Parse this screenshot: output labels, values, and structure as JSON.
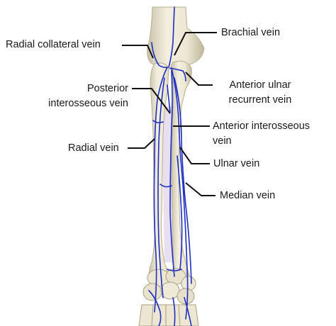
{
  "labels": {
    "radial_collateral_vein": "Radial collateral vein",
    "brachial_vein": "Brachial vein",
    "anterior_ulnar_recurrent_vein_line1": "Anterior ulnar",
    "anterior_ulnar_recurrent_vein_line2": "recurrent vein",
    "posterior_interosseous_vein_line1": "Posterior",
    "posterior_interosseous_vein_line2": "interosseous vein",
    "anterior_interosseous_vein_line1": "Anterior interosseous",
    "anterior_interosseous_vein_line2": "vein",
    "radial_vein": "Radial vein",
    "ulnar_vein": "Ulnar vein",
    "median_vein": "Median vein"
  },
  "colors": {
    "bone": "#ece6d3",
    "bone_shadow": "#c9c1a8",
    "vein": "#1f2fbf",
    "interosseous_membrane": "#e6dcef",
    "leader_line": "#111111",
    "text": "#1a1a1a"
  }
}
